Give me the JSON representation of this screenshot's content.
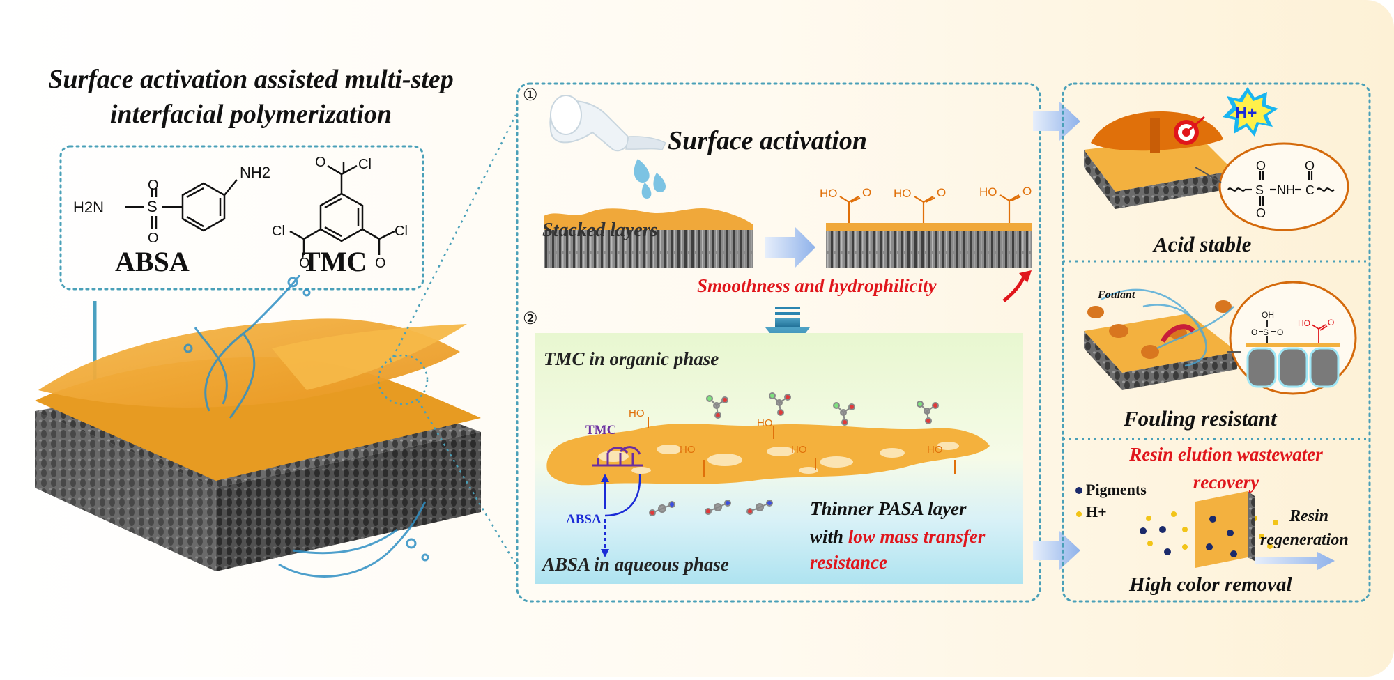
{
  "title": {
    "line1": "Surface activation assisted multi-step",
    "line2": "interfacial polymerization"
  },
  "molecules": {
    "absa_label": "ABSA",
    "tmc_label": "TMC",
    "nh2": "NH2",
    "h2n": "H2N",
    "s": "S",
    "o": "O",
    "cl": "Cl"
  },
  "step1": {
    "marker": "①",
    "title": "Surface activation",
    "stacked_layers": "Stacked layers",
    "smoothness": "Smoothness and hydrophilicity",
    "ho": "HO",
    "o": "O"
  },
  "step2": {
    "marker": "②",
    "organic_phase": "TMC in organic phase",
    "aqueous_phase": "ABSA in aqueous phase",
    "tmc_tag": "TMC",
    "absa_tag": "ABSA",
    "thinner_line1": "Thinner PASA layer",
    "thinner_line2_prefix": "with ",
    "thinner_line2_red": "low mass transfer",
    "thinner_line3_red": "resistance"
  },
  "panels": {
    "acid": {
      "label": "Acid stable",
      "proton": "H+",
      "bond_s": "S",
      "bond_nh": "NH",
      "bond_c": "C",
      "bond_o": "O"
    },
    "fouling": {
      "label": "Fouling resistant",
      "foulant": "Foulant",
      "oh": "OH",
      "o": "O",
      "s": "S",
      "ho": "HO"
    },
    "resin": {
      "title_line1": "Resin elution wastewater",
      "title_line2": "recovery",
      "pigments": "Pigments",
      "h_plus": "H+",
      "resin": "Resin",
      "regeneration": "regeneration",
      "label": "High color removal"
    }
  },
  "colors": {
    "membrane_orange": "#f2a93b",
    "dotted_teal": "#4aa0b8",
    "arrow_blue": "#a9c4ee",
    "highlight_red": "#e0151b",
    "carboxyl_orange": "#e0700a"
  }
}
